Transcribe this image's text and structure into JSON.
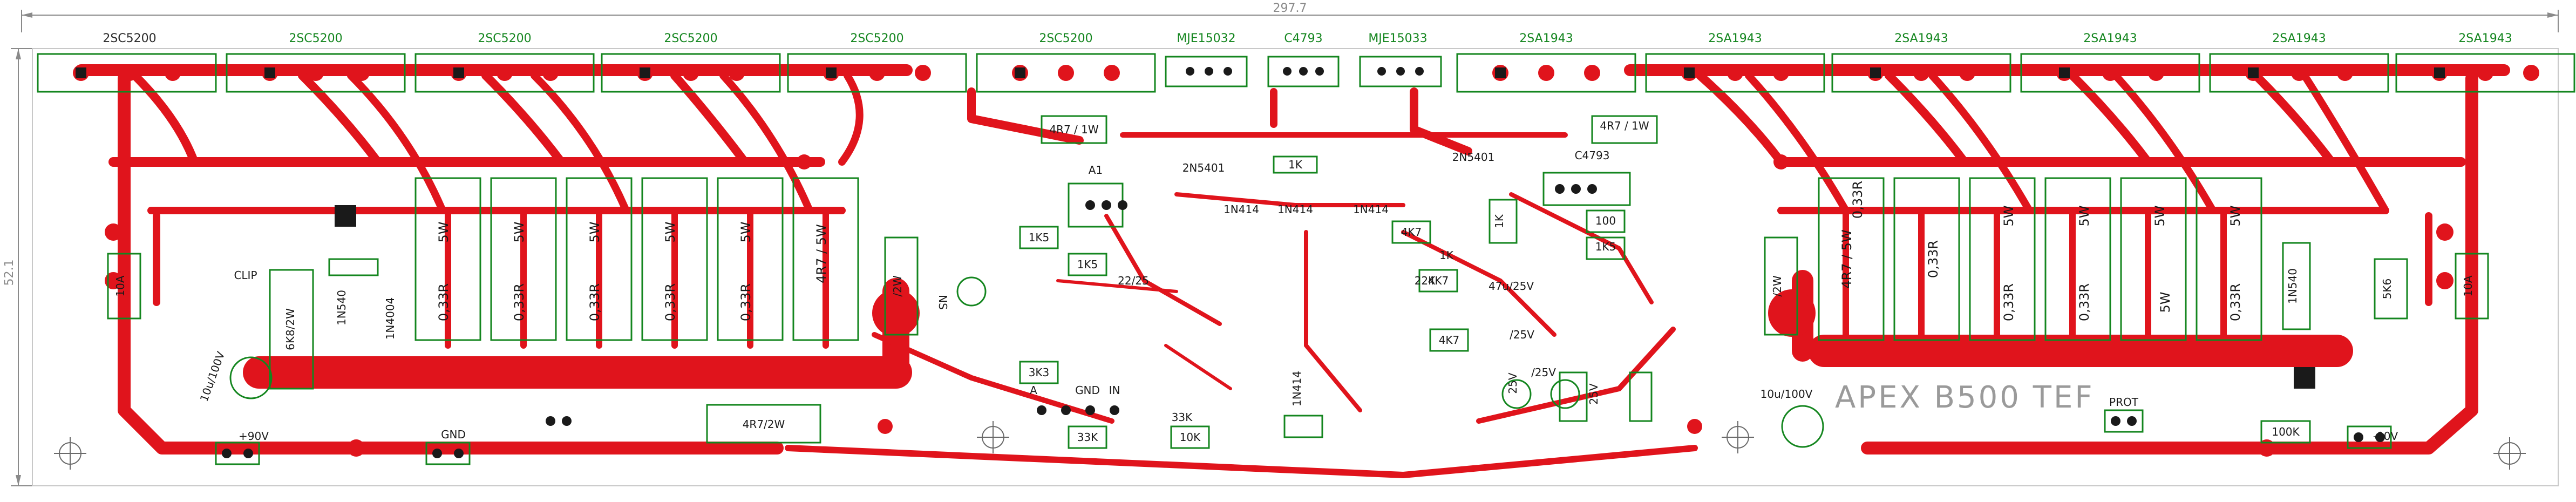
{
  "board": {
    "dimension_width": "297.7",
    "dimension_height": "52.1",
    "title": "APEX B500 TEF",
    "colors": {
      "copper": "#e0141c",
      "silk": "#14861f",
      "pad": "#1a1a1a",
      "dim": "#8a8a8a"
    }
  },
  "transistors_top": [
    "2SC5200",
    "2SC5200",
    "2SC5200",
    "2SC5200",
    "2SC5200",
    "2SC5200",
    "MJE15032",
    "C4793",
    "MJE15033",
    "2SA1943",
    "2SA1943",
    "2SA1943",
    "2SA1943",
    "2SA1943",
    "2SA1943"
  ],
  "emitter_resistors": [
    "5W",
    "5W",
    "5W",
    "5W",
    "5W",
    "4R7 / 5W",
    "4R7 / 5W",
    "5W",
    "5W",
    "5W",
    "5W",
    "5W"
  ],
  "emitter_values": [
    "0,33R",
    "0,33R",
    "0,33R",
    "0,33R",
    "0,33R",
    "0,33R",
    "0,33R",
    "0,33R",
    "0,33R",
    "0,33R"
  ],
  "parts": {
    "fuse_left": "10A",
    "fuse_right": "10A",
    "r_6k8": "6K8/2W",
    "d_1n540_left": "1N540",
    "d_1n4004": "1N4004",
    "r_4r7_2w": "4R7/2W",
    "r_2w_left": "/2W",
    "r_2w_right": "/2W",
    "r_4r7_1w_left": "4R7 / 1W",
    "r_4r7_1w_right": "4R7 / 1W",
    "q_a1": "A1",
    "q_2n5401_a": "2N5401",
    "q_2n5401_b": "2N5401",
    "q_c4793": "C4793",
    "r_1k5_a": "1K5",
    "r_1k5_b": "1K5",
    "r_1k5_c": "1K5",
    "r_1k_a": "1K",
    "r_1k_b": "1K",
    "r_1k_c": "1K",
    "r_100": "100",
    "r_4k7_a": "4K7",
    "r_4k7_b": "4K7",
    "r_4k7_c": "4K7",
    "r_22k": "22K",
    "r_3k3": "3K3",
    "r_33k": "33K",
    "r_33k_b": "33K",
    "r_10k": "10K",
    "r_100k": "100K",
    "r_5k6": "5K6",
    "d_1n4148_a": "1N414",
    "d_1n4148_b": "1N414",
    "d_1n4148_c": "1N414",
    "d_1n4148_d": "1N414",
    "d_1n540_right": "1N540",
    "c_22_25": "22/25",
    "c_47_25": "47u/25V",
    "c_10_25": "/25V",
    "c_10_25b": "25V",
    "c_10_100_left": "10u/100V",
    "c_10_100_right": "10u/100V",
    "c_25v_a": "25V",
    "c_25v_b": "/25V",
    "clip": "CLIP",
    "in_label": "IN",
    "gnd_in": "GND",
    "a_label": "A",
    "gnd": "GND",
    "plus90": "+90V",
    "minus90": "-90V",
    "prot": "PROT",
    "ns": "NS"
  }
}
